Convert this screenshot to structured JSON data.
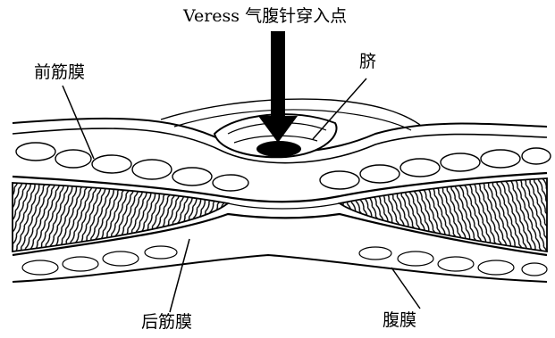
{
  "labels": {
    "title": "Veress 气腹针穿入点",
    "anterior_fascia": "前筋膜",
    "navel": "脐",
    "posterior_fascia": "后筋膜",
    "peritoneum": "腹膜"
  },
  "colors": {
    "ink": "#000000",
    "paper": "#ffffff"
  }
}
